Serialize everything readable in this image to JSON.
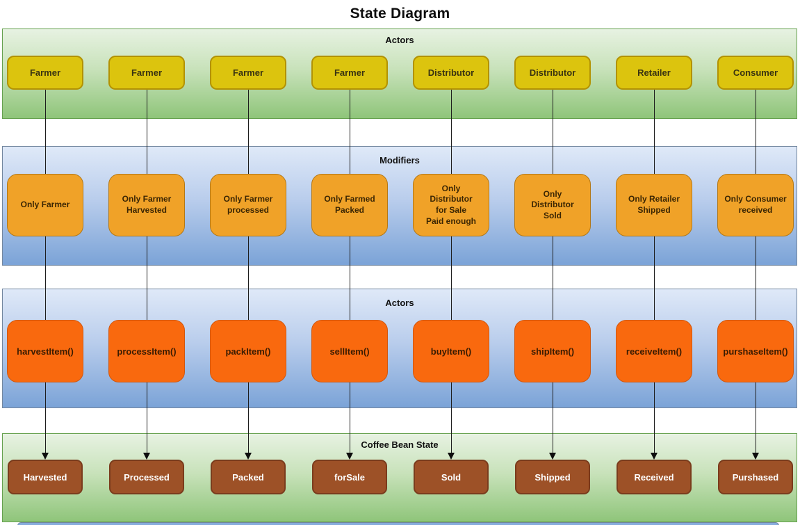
{
  "title": "State Diagram",
  "bands": [
    {
      "label": "Actors"
    },
    {
      "label": "Modifiers"
    },
    {
      "label": "Actors"
    },
    {
      "label": "Coffee Bean State"
    }
  ],
  "columns": [
    {
      "actor": "Farmer",
      "modifier": "Only Farmer",
      "action": "harvestItem()",
      "state": "Harvested"
    },
    {
      "actor": "Farmer",
      "modifier": "Only Farmer\nHarvested",
      "action": "processItem()",
      "state": "Processed"
    },
    {
      "actor": "Farmer",
      "modifier": "Only Farmer\nprocessed",
      "action": "packItem()",
      "state": "Packed"
    },
    {
      "actor": "Farmer",
      "modifier": "Only Farmed\nPacked",
      "action": "sellItem()",
      "state": "forSale"
    },
    {
      "actor": "Distributor",
      "modifier": "Only\nDistributor\nfor Sale\nPaid enough",
      "action": "buyItem()",
      "state": "Sold"
    },
    {
      "actor": "Distributor",
      "modifier": "Only\nDistributor\nSold",
      "action": "shipItem()",
      "state": "Shipped"
    },
    {
      "actor": "Retailer",
      "modifier": "Only Retailer\nShipped",
      "action": "receiveItem()",
      "state": "Received"
    },
    {
      "actor": "Consumer",
      "modifier": "Only Consumer\nreceived",
      "action": "purshaseItem()",
      "state": "Purshased"
    }
  ],
  "colors": {
    "actor_box_fill": "#dcc40e",
    "actor_box_border": "#b29204",
    "modifier_box_fill": "#f0a228",
    "action_box_fill": "#f9690e",
    "state_box_fill": "#9d5127",
    "green_band_top": "#e7f2e2",
    "green_band_bottom": "#8fc57a",
    "blue_band_top": "#dfe9f8",
    "blue_band_bottom": "#7ba3d7",
    "connector_line": "#1d1d1d"
  }
}
